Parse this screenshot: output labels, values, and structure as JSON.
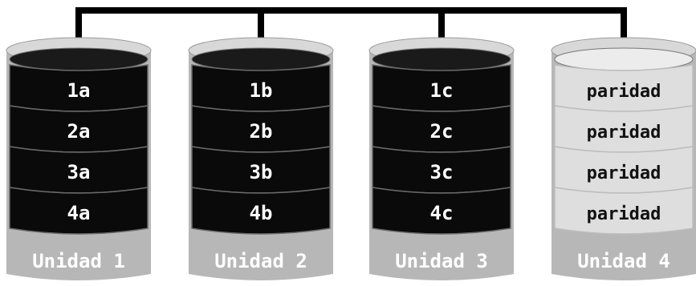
{
  "disks": [
    {
      "label": "Unidad 1",
      "kind": "data",
      "blocks": [
        "1a",
        "2a",
        "3a",
        "4a"
      ]
    },
    {
      "label": "Unidad 2",
      "kind": "data",
      "blocks": [
        "1b",
        "2b",
        "3b",
        "4b"
      ]
    },
    {
      "label": "Unidad 3",
      "kind": "data",
      "blocks": [
        "1c",
        "2c",
        "3c",
        "4c"
      ]
    },
    {
      "label": "Unidad 4",
      "kind": "parity",
      "blocks": [
        "paridad",
        "paridad",
        "paridad",
        "paridad"
      ]
    }
  ],
  "colors": {
    "disk_body": "#b7b7b7",
    "disk_top": "#d8d8d8",
    "data_block": "#0a0a0a",
    "parity_block": "#dedede",
    "connector": "#000000"
  }
}
